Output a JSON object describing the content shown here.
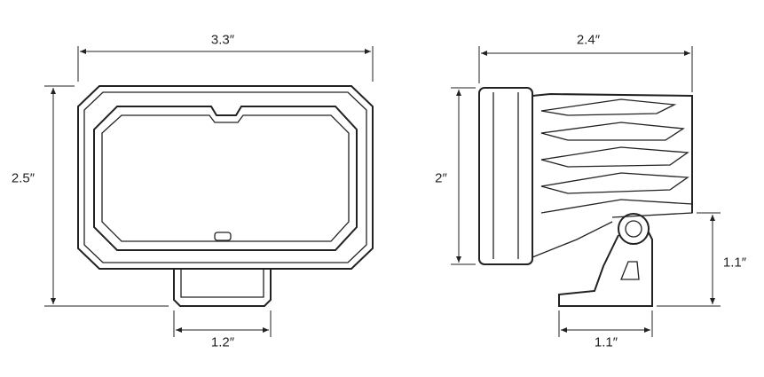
{
  "front_view": {
    "width_label": "3.3″",
    "height_label": "2.5″",
    "bracket_width_label": "1.2″"
  },
  "side_view": {
    "depth_label": "2.4″",
    "height_label": "2″",
    "mount_height_label": "1.1″",
    "mount_width_label": "1.1″"
  }
}
